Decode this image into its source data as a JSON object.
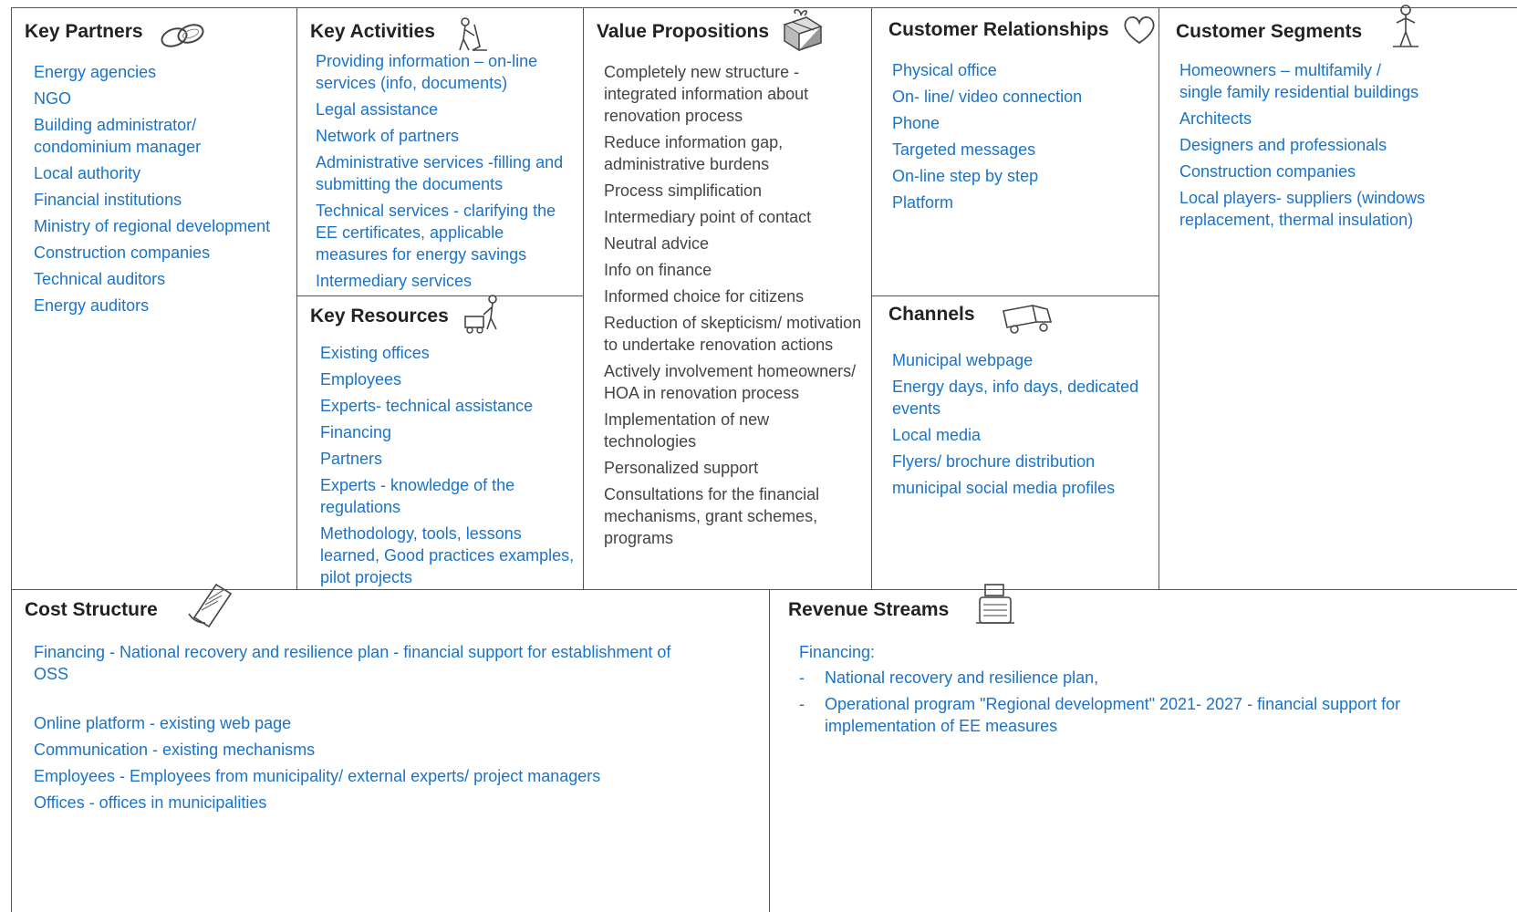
{
  "canvas": {
    "key_partners": {
      "title": "Key Partners",
      "icon": "chain-links-icon",
      "items": [
        "Energy agencies",
        "NGO",
        "Building administrator/ condominium manager",
        "Local authority",
        "Financial institutions",
        "Ministry of regional development",
        "Construction companies",
        "Technical auditors",
        "Energy auditors"
      ]
    },
    "key_activities": {
      "title": "Key Activities",
      "icon": "worker-sweeping-icon",
      "items": [
        "Providing information – on-line services (info, documents)",
        "Legal assistance",
        "Network of partners",
        "Administrative services -filling and submitting  the documents",
        "Technical services - clarifying the EE certificates, applicable measures for energy savings",
        "Intermediary services"
      ]
    },
    "key_resources": {
      "title": "Key Resources",
      "icon": "worker-with-machine-icon",
      "items": [
        "Existing offices",
        "Employees",
        "Experts- technical assistance",
        "Financing",
        "Partners",
        "Experts - knowledge of the regulations",
        "Methodology, tools, lessons learned, Good practices examples, pilot projects"
      ]
    },
    "value_propositions": {
      "title": "Value Propositions",
      "icon": "gift-box-icon",
      "items": [
        "Completely new structure - integrated information about renovation process",
        "Reduce information gap, administrative burdens",
        "Process simplification",
        "Intermediary point of contact",
        "Neutral advice",
        "Info on finance",
        "Informed choice for citizens",
        "Reduction of skepticism/ motivation to undertake renovation actions",
        "Actively involvement homeowners/ HOA in renovation process",
        "Implementation of new technologies",
        "Personalized support",
        "Consultations for the financial mechanisms, grant schemes, programs"
      ]
    },
    "customer_relationships": {
      "title": "Customer Relationships",
      "icon": "heart-icon",
      "items": [
        "Physical office",
        "On- line/ video connection",
        "Phone",
        "Targeted messages",
        "On-line step by step",
        "Platform"
      ]
    },
    "channels": {
      "title": "Channels",
      "icon": "delivery-truck-icon",
      "items": [
        "Municipal webpage",
        "Energy days, info days, dedicated events",
        "Local media",
        "Flyers/ brochure distribution",
        "municipal social media profiles"
      ]
    },
    "customer_segments": {
      "title": "Customer Segments",
      "icon": "person-icon",
      "items": [
        "Homeowners – multifamily / single family residential buildings",
        "Architects",
        "Designers and professionals",
        "Construction companies",
        "Local players- suppliers (windows replacement, thermal insulation)"
      ]
    },
    "cost_structure": {
      "title": "Cost Structure",
      "icon": "receipt-icon",
      "lead": "Financing - National recovery and resilience plan - financial support for establishment of OSS",
      "items": [
        "Online platform - existing web page",
        "Communication - existing mechanisms",
        "Employees - Employees from municipality/ external experts/ project managers",
        "Offices - offices in municipalities"
      ]
    },
    "revenue_streams": {
      "title": "Revenue Streams",
      "icon": "cash-register-icon",
      "lead": "Financing:",
      "items": [
        "National recovery and resilience plan,",
        "Operational program \"Regional development\" 2021- 2027 - financial support for implementation of EE measures"
      ]
    }
  }
}
